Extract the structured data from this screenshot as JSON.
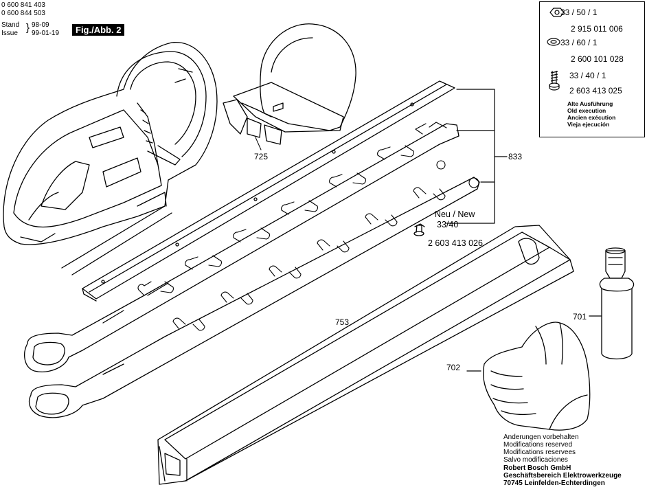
{
  "header": {
    "part_numbers": [
      "0 600 841 403",
      "0 600 844 503"
    ],
    "stand_label": "Stand",
    "issue_label": "Issue",
    "stand_date": "98-09",
    "issue_date": "99-01-19",
    "figure_label": "Fig./Abb. 2"
  },
  "parts": {
    "p725": "725",
    "p833": "833",
    "p753": "753",
    "p701": "701",
    "p702": "702"
  },
  "new_screw": {
    "label": "Neu / New",
    "code": "33/40",
    "part_number": "2 603 413 026"
  },
  "legend": {
    "rows": [
      {
        "code": "33 / 50 / 1",
        "part_number": "2 915 011 006",
        "icon": "hex-nut-icon"
      },
      {
        "code": "33 / 60 / 1",
        "part_number": "2 600 101 028",
        "icon": "washer-icon"
      },
      {
        "code": "33 / 40 / 1",
        "part_number": "2 603 413 025",
        "icon": "screw-icon"
      }
    ],
    "old_execution": [
      "Alte Ausführung",
      "Old execution",
      "Ancien exécution",
      "Vieja ejecución"
    ]
  },
  "footer": {
    "notes": [
      "Anderungen vorbehalten",
      "Modifications reserved",
      "Modifications reservees",
      "Salvo modificaciones"
    ],
    "company": [
      "Robert Bosch GmbH",
      "Geschäftsbereich Elektrowerkzeuge",
      "70745 Leinfelden-Echterdingen"
    ]
  }
}
